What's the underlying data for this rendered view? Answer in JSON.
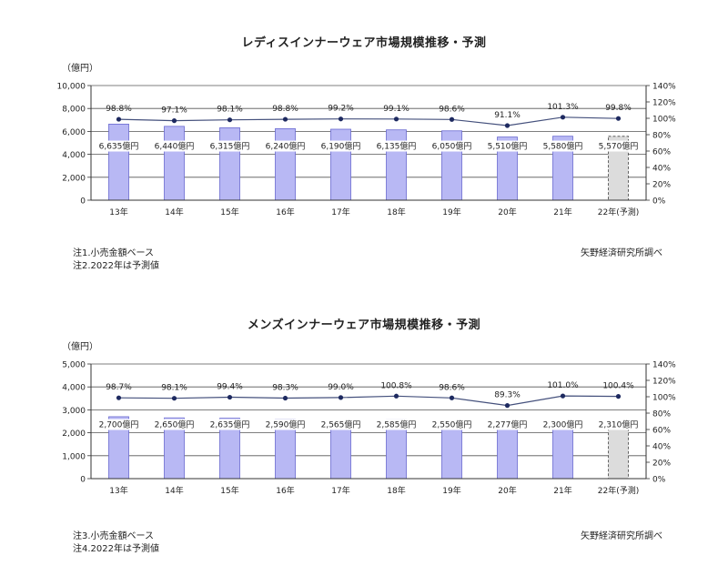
{
  "charts": [
    {
      "title": "レディスインナーウェア市場規模推移・予測",
      "notes": [
        "注1.小売金額ベース",
        "注2.2022年は予測値"
      ],
      "source": "矢野経済研究所調べ"
    },
    {
      "title": "メンズインナーウェア市場規模推移・予測",
      "notes": [
        "注3.小売金額ベース",
        "注4.2022年は予測値"
      ],
      "source": "矢野経済研究所調べ"
    }
  ],
  "chart_data": [
    {
      "type": "bar",
      "title": "レディスインナーウェア市場規模推移・予測",
      "ylabel": "（億円）",
      "ylim": [
        0,
        10000
      ],
      "yticks": [
        "0",
        "2,000",
        "4,000",
        "6,000",
        "8,000",
        "10,000"
      ],
      "ylim_right": [
        0,
        140
      ],
      "yticks_right": [
        "0%",
        "20%",
        "40%",
        "60%",
        "80%",
        "100%",
        "120%",
        "140%"
      ],
      "categories": [
        "13年",
        "14年",
        "15年",
        "16年",
        "17年",
        "18年",
        "19年",
        "20年",
        "21年",
        "22年(予測)"
      ],
      "series": [
        {
          "values": [
            6635,
            6440,
            6315,
            6240,
            6190,
            6135,
            6050,
            5510,
            5580,
            5570
          ],
          "labels": [
            "6,635億円",
            "6,440億円",
            "6,315億円",
            "6,240億円",
            "6,190億円",
            "6,135億円",
            "6,050億円",
            "5,510億円",
            "5,580億円",
            "5,570億円"
          ],
          "forecast": [
            false,
            false,
            false,
            false,
            false,
            false,
            false,
            false,
            false,
            true
          ]
        },
        {
          "type": "line",
          "axis": "right",
          "values": [
            98.8,
            97.1,
            98.1,
            98.8,
            99.2,
            99.1,
            98.6,
            91.1,
            101.3,
            99.8
          ],
          "labels": [
            "98.8%",
            "97.1%",
            "98.1%",
            "98.8%",
            "99.2%",
            "99.1%",
            "98.6%",
            "91.1%",
            "101.3%",
            "99.8%"
          ]
        }
      ],
      "grid": true,
      "colors": {
        "bar": "#b8b8f4",
        "forecast": "#dcdcdc",
        "line": "#44507c"
      }
    },
    {
      "type": "bar",
      "title": "メンズインナーウェア市場規模推移・予測",
      "ylabel": "（億円）",
      "ylim": [
        0,
        5000
      ],
      "yticks": [
        "0",
        "1,000",
        "2,000",
        "3,000",
        "4,000",
        "5,000"
      ],
      "ylim_right": [
        0,
        140
      ],
      "yticks_right": [
        "0%",
        "20%",
        "40%",
        "60%",
        "80%",
        "100%",
        "120%",
        "140%"
      ],
      "categories": [
        "13年",
        "14年",
        "15年",
        "16年",
        "17年",
        "18年",
        "19年",
        "20年",
        "21年",
        "22年(予測)"
      ],
      "series": [
        {
          "values": [
            2700,
            2650,
            2635,
            2590,
            2565,
            2585,
            2550,
            2277,
            2300,
            2310
          ],
          "labels": [
            "2,700億円",
            "2,650億円",
            "2,635億円",
            "2,590億円",
            "2,565億円",
            "2,585億円",
            "2,550億円",
            "2,277億円",
            "2,300億円",
            "2,310億円"
          ],
          "forecast": [
            false,
            false,
            false,
            false,
            false,
            false,
            false,
            false,
            false,
            true
          ]
        },
        {
          "type": "line",
          "axis": "right",
          "values": [
            98.7,
            98.1,
            99.4,
            98.3,
            99.0,
            100.8,
            98.6,
            89.3,
            101.0,
            100.4
          ],
          "labels": [
            "98.7%",
            "98.1%",
            "99.4%",
            "98.3%",
            "99.0%",
            "100.8%",
            "98.6%",
            "89.3%",
            "101.0%",
            "100.4%"
          ]
        }
      ],
      "grid": true,
      "colors": {
        "bar": "#b8b8f4",
        "forecast": "#dcdcdc",
        "line": "#44507c"
      }
    }
  ]
}
